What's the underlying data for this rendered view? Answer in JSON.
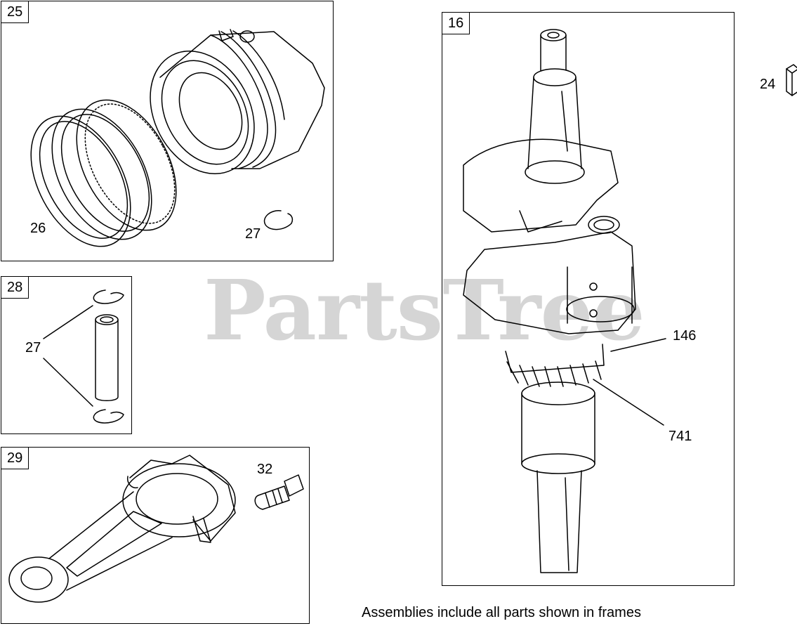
{
  "frames": {
    "f25": {
      "tag": "25"
    },
    "f28": {
      "tag": "28"
    },
    "f29": {
      "tag": "29"
    },
    "f16": {
      "tag": "16"
    }
  },
  "callouts": {
    "c24": "24",
    "c26": "26",
    "c27a": "27",
    "c27b": "27",
    "c32": "32",
    "c146": "146",
    "c741": "741"
  },
  "watermark": "PartsTree",
  "footer_note": "Assemblies include all parts shown in frames"
}
